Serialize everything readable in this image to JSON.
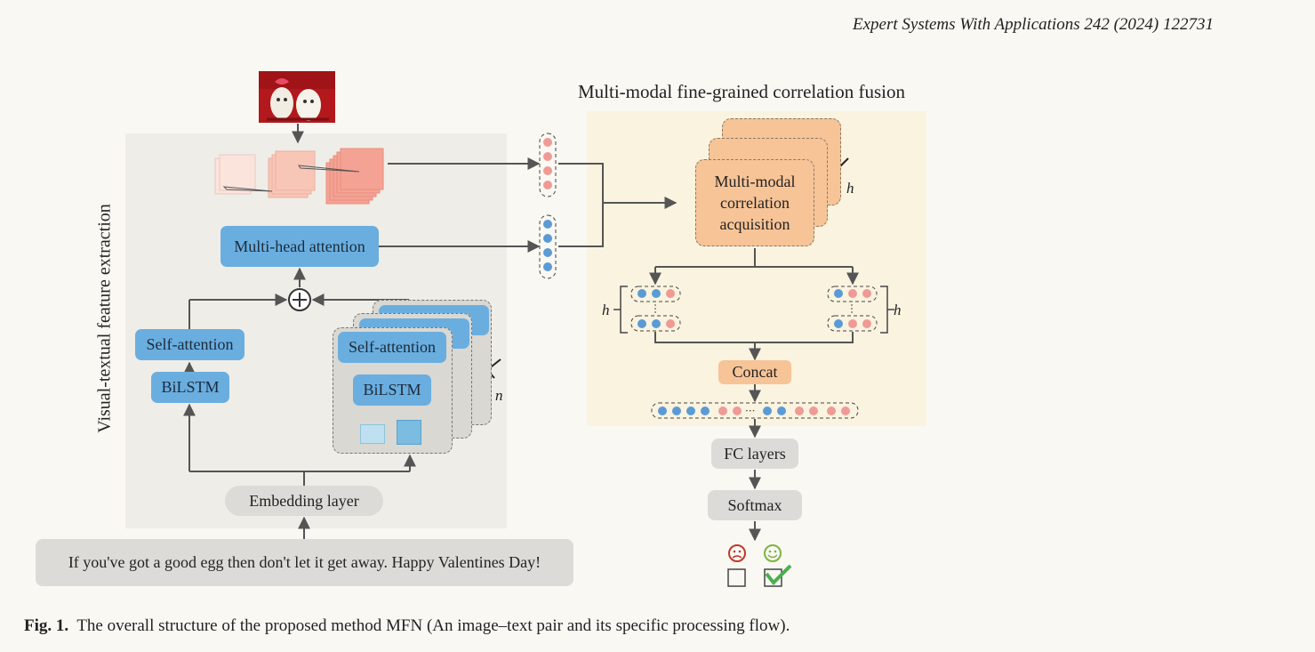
{
  "header": {
    "journal": "Expert Systems With Applications 242 (2024) 122731"
  },
  "left_section": {
    "title": "Visual-textual feature extraction",
    "multi_head_attention": "Multi-head attention",
    "self_attention_left": "Self-attention",
    "bilstm_left": "BiLSTM",
    "self_attention_stack": "Self-attention",
    "bilstm_stack": "BiLSTM",
    "stack_var": "n",
    "embedding": "Embedding layer",
    "input_text": "If you've got a good egg then don't let it get away. Happy Valentines Day!"
  },
  "right_section": {
    "title": "Multi-modal fine-grained correlation fusion",
    "acquisition": "Multi-modal correlation acquisition",
    "stack_var": "h",
    "left_h": "h",
    "right_h": "h",
    "concat": "Concat",
    "fc_layers": "FC layers",
    "softmax": "Softmax"
  },
  "caption": {
    "label": "Fig. 1.",
    "text": "The overall structure of the proposed method MFN (An image–text pair and its specific processing flow)."
  },
  "colors": {
    "blue_block": "#6aaee0",
    "peach_block": "#f7c497",
    "blue_dot": "#5b9bd5",
    "pink_dot": "#ef9a95",
    "sad_face": "#c0392b",
    "happy_face": "#7cb342",
    "check": "#4caf50"
  },
  "icons": [
    "image-thumbnail-eggs",
    "plus-circle-icon",
    "sad-face-icon",
    "happy-face-icon",
    "empty-checkbox-icon",
    "checked-checkbox-icon"
  ]
}
